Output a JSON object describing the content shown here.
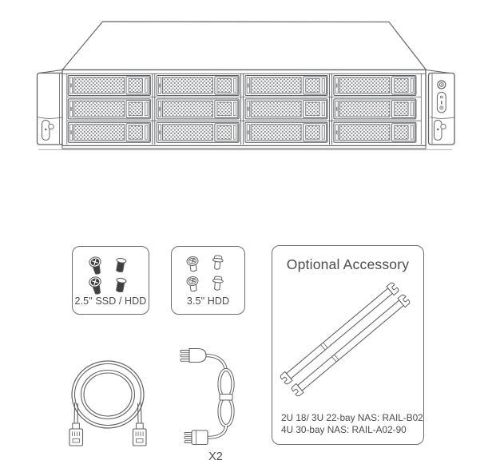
{
  "illustration": {
    "device": {
      "description": "2U rackmount NAS front view",
      "drive_bays": {
        "rows": 3,
        "columns": 4,
        "total": 12
      },
      "front_panel": [
        "power-button",
        "led-indicators"
      ]
    }
  },
  "package_contents": {
    "screws_25": {
      "label": "2.5\" SSD / HDD",
      "screw_count": 4
    },
    "screws_35": {
      "label": "3.5\" HDD",
      "screw_count": 4
    },
    "network_cable": {
      "depicted": "coiled cable with two connectors"
    },
    "power_cord": {
      "quantity_label": "X2"
    },
    "optional_accessory": {
      "title": "Optional Accessory",
      "rail_count": 2,
      "compatibility": [
        "2U 18/ 3U 22-bay NAS: RAIL-B02",
        "4U 30-bay NAS: RAIL-A02-90"
      ]
    }
  },
  "colors": {
    "line": "#5f6163",
    "text": "#4a4c4e",
    "background": "#ffffff"
  }
}
